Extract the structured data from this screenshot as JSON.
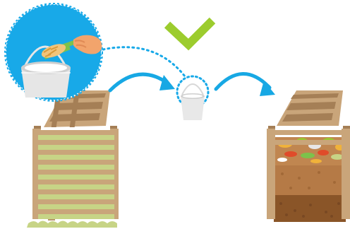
{
  "scene": {
    "steps": [
      {
        "id": "empty-bin",
        "state": "drying grass layers"
      },
      {
        "id": "bucket",
        "state": "kitchen scraps added"
      },
      {
        "id": "full-bin",
        "state": "mixed compost layers"
      }
    ]
  },
  "colors": {
    "wood": "#c9a57a",
    "wood_dark": "#a57f56",
    "wood_shadow": "#8c6a45",
    "grass": "#c7d486",
    "grass_bright": "#9bc531",
    "check": "#9ccc2e",
    "arrow": "#17a8e4",
    "bubble": "#18a9e8",
    "bucket": "#e6e6e6",
    "bucket_rim": "#cfcfcf",
    "soil_light": "#b57a46",
    "soil_dark": "#8a5528",
    "hand": "#f2a46c",
    "scoop": "#7dc24b"
  },
  "icons": [
    "check-icon",
    "arrow-icon",
    "bucket-icon",
    "hand-icon",
    "scoop-icon",
    "compost-bin-icon"
  ]
}
